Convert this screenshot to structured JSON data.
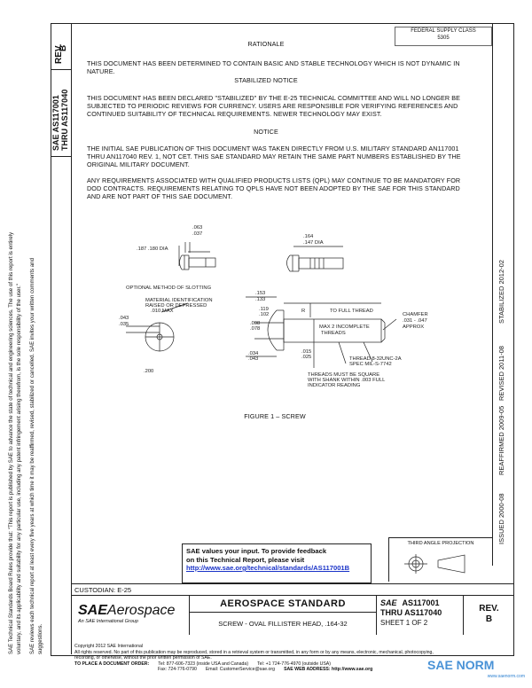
{
  "side_notice": {
    "line1": "SAE Technical Standards Board Rules provide that: \"This report is published by SAE to advance the state of technical and engineering sciences. The use of this report is entirely",
    "line2": "voluntary, and its applicability and suitability for any particular use, including any patent infringement arising therefrom, is the sole responsibility of the user.\"",
    "line3": "SAE reviews each technical report at least every five years at which time it may be reaffirmed, revised, stabilized or cancelled. SAE invites your written comments and",
    "line4": "suggestions."
  },
  "top_stamp": {
    "line1": "FEDERAL SUPPLY CLASS",
    "line2": "5305"
  },
  "left_col": {
    "rev_label": "REV.",
    "rev_value": "B",
    "doc_line1": "SAE AS117001",
    "doc_line2": "THRU AS117040"
  },
  "right_col": {
    "stabilized": "STABILIZED 2012-02",
    "revised": "REVISED 2011-08",
    "reaffirmed": "REAFFIRMED 2009-05",
    "issued": "ISSUED 2000-08"
  },
  "rationale": {
    "heading": "RATIONALE",
    "text": "THIS DOCUMENT HAS BEEN DETERMINED TO CONTAIN BASIC AND STABLE TECHNOLOGY WHICH IS NOT DYNAMIC IN NATURE."
  },
  "stabilized_notice": {
    "heading": "STABILIZED NOTICE",
    "text": "THIS DOCUMENT HAS BEEN DECLARED \"STABILIZED\" BY THE E-25 TECHNICAL COMMITTEE AND WILL NO LONGER BE SUBJECTED TO PERIODIC REVIEWS FOR CURRENCY. USERS ARE RESPONSIBLE FOR VERIFYING REFERENCES AND CONTINUED SUITABILITY OF TECHNICAL REQUIREMENTS. NEWER TECHNOLOGY MAY EXIST."
  },
  "notice": {
    "heading": "NOTICE",
    "para1": "THE INITIAL SAE PUBLICATION OF THIS DOCUMENT WAS TAKEN DIRECTLY FROM U.S. MILITARY STANDARD AN117001 THRU AN117040 REV. 1, NOT CET. THIS SAE STANDARD MAY RETAIN THE SAME PART NUMBERS ESTABLISHED BY THE ORIGINAL MILITARY DOCUMENT.",
    "para2": "ANY REQUIREMENTS ASSOCIATED WITH QUALIFIED PRODUCTS LISTS (QPL) MAY CONTINUE TO BE MANDATORY FOR DOD CONTRACTS. REQUIREMENTS RELATING TO QPLS HAVE NOT BEEN ADOPTED BY THE SAE FOR THIS STANDARD AND ARE NOT PART OF THIS SAE DOCUMENT."
  },
  "drawing": {
    "dim_063": ".063",
    "dim_037": ".037",
    "dim_180_180": ".187 .180 DIA",
    "dim_164": ".164",
    "dim_147": ".147 DIA",
    "optional_method": "OPTIONAL METHOD OF SLOTTING",
    "material_ident": "MATERIAL IDENTIFICATION",
    "raised_or_depressed": "RAISED OR DEPRESSED",
    "dia_max": ".010 MAX",
    "dim_043": ".043",
    "dim_035": ".035",
    "dim_200": ".200",
    "dim_153": ".153",
    "dim_133": ".133",
    "dim_119": ".119",
    "dim_102": ".102",
    "dim_098": ".098",
    "dim_078": ".078",
    "dim_034": ".034",
    "dim_043b": ".043",
    "full_thread": "TO FULL THREAD",
    "max_incomplete": "MAX 2 INCOMPLETE",
    "threads": "THREADS",
    "r_label": "R",
    "chamfer": "CHAMFER",
    "chamfer_dim": ".031 - .047",
    "approx": "APPROX",
    "dim_015": ".015",
    "dim_025": ".025",
    "thread_spec": "THREAD 8-32UNC-2A",
    "thread_spec2": "SPEC MIL-S-7742",
    "threads_note1": "THREADS MUST BE SQUARE",
    "threads_note2": "WITH SHANK WITHIN .003 FULL",
    "threads_note3": "INDICATOR READING"
  },
  "figure_caption": "FIGURE 1 – SCREW",
  "feedback": {
    "line1": "SAE values your input. To provide feedback",
    "line2": "on this Technical Report, please visit",
    "link": "http://www.sae.org/technical/standards/AS117001B"
  },
  "projection_label": "THIRD ANGLE PROJECTION",
  "custodian": "CUSTODIAN: E-25",
  "title_block": {
    "logo_sae": "SAE",
    "logo_aerospace": "Aerospace",
    "logo_sub": "An SAE International Group",
    "standard": "AEROSPACE STANDARD",
    "title": "SCREW - OVAL FILLISTER HEAD, .164-32",
    "sae_mark": "SAE",
    "doc_no1": "AS117001",
    "doc_no2": "THRU AS117040",
    "sheet": "SHEET 1 OF 2",
    "rev_label": "REV.",
    "rev_value": "B"
  },
  "footer": {
    "copyright": "Copyright 2012 SAE International",
    "rights": "All rights reserved. No part of this publication may be reproduced, stored in a retrieval system or transmitted, in any form or by any means, electronic, mechanical, photocopying,",
    "rights2": "recording, or otherwise, without the prior written permission of SAE.",
    "order_label": "TO PLACE A DOCUMENT ORDER:",
    "tel1": "Tel: 877-606-7323 (inside USA and Canada)",
    "tel2": "Tel: +1 724-776-4970 (outside USA)",
    "fax": "Fax: 724-776-0790",
    "email": "Email: CustomerService@sae.org",
    "web": "SAE WEB ADDRESS: http://www.sae.org"
  },
  "watermark": {
    "text": "SAE NORM",
    "sub": "www.saenorm.com"
  },
  "colors": {
    "link": "#1a33c8",
    "watermark": "#2a7fd0",
    "ink": "#111111"
  }
}
